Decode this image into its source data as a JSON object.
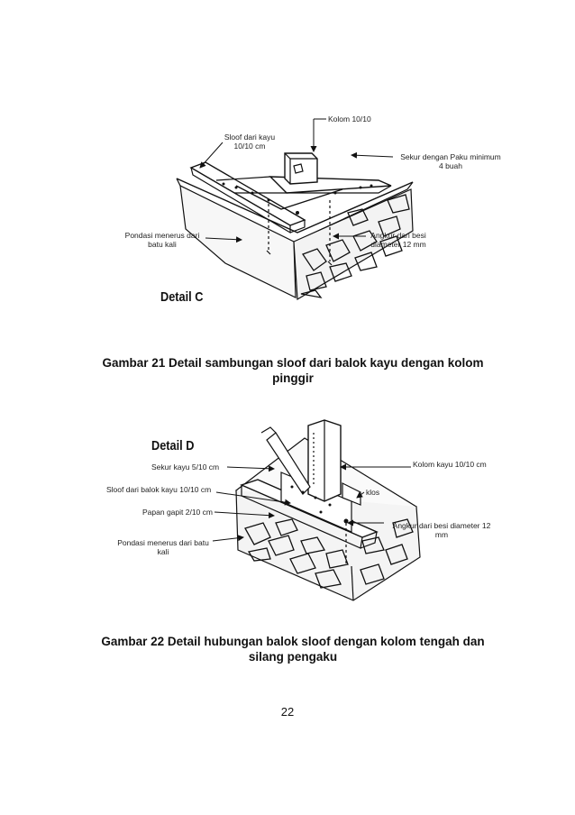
{
  "figure_c": {
    "labels": {
      "kolom": "Kolom 10/10",
      "sloof_line1": "Sloof dari kayu",
      "sloof_line2": "10/10 cm",
      "sekur_line1": "Sekur dengan Paku minimum",
      "sekur_line2": "4 buah",
      "pondasi_line1": "Pondasi menerus dari",
      "pondasi_line2": "batu kali",
      "angkur_line1": "Angkur dari besi",
      "angkur_line2": "diameter 12 mm"
    },
    "title": "Detail C",
    "caption_line1": "Gambar  21 Detail sambungan sloof dari balok kayu dengan kolom",
    "caption_line2": "pinggir"
  },
  "figure_d": {
    "labels": {
      "sekur": "Sekur kayu 5/10 cm",
      "kolom": "Kolom kayu 10/10 cm",
      "sloof": "Sloof dari balok kayu 10/10 cm",
      "klos": "klos",
      "papan": "Papan gapit 2/10 cm",
      "angkur_line1": "Angkur dari besi diameter 12",
      "angkur_line2": "mm",
      "pondasi_line1": "Pondasi menerus dari batu",
      "pondasi_line2": "kali"
    },
    "title": "Detail D",
    "caption_line1": "Gambar 22 Detail hubungan balok sloof dengan kolom tengah dan",
    "caption_line2": "silang pengaku"
  },
  "page_number": "22"
}
